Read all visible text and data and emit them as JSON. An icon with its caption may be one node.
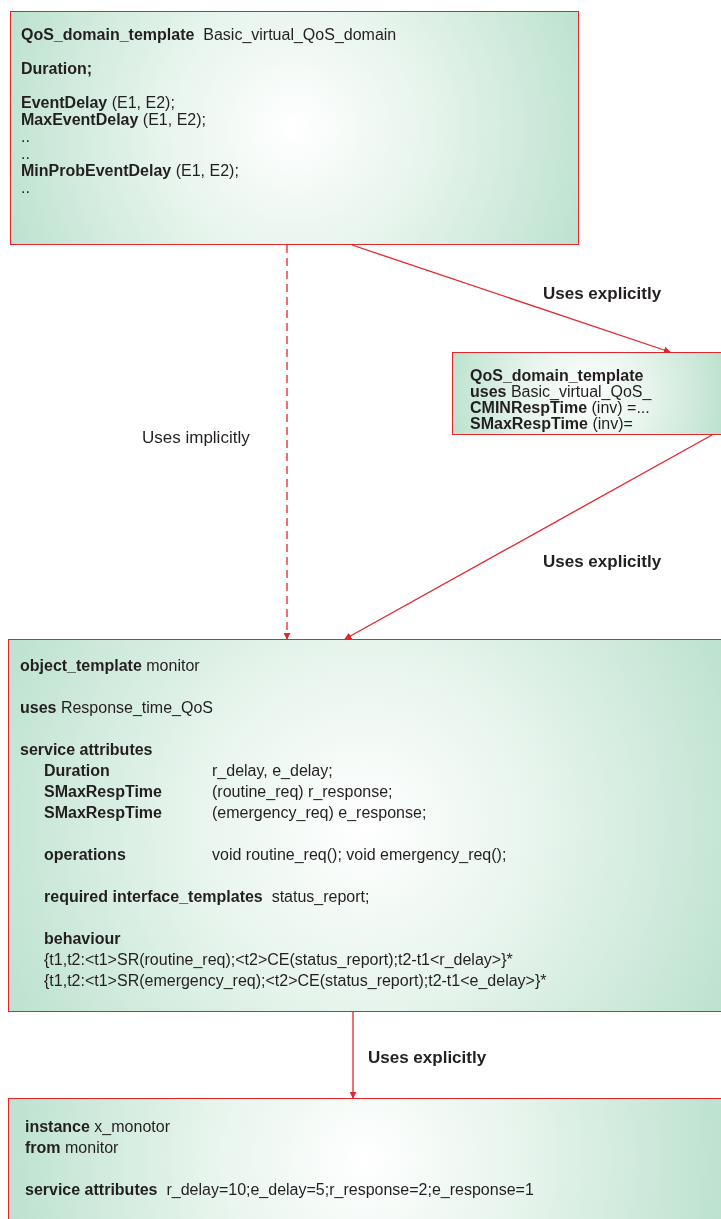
{
  "diagram": {
    "nodes": [
      {
        "text": [
          "**QoS_domain_template**  Basic_virtual_QoS_domain",
          "Duration;",
          "**EventDelay** (E1, E2);",
          "**MaxEventDelay** (E1, E2);",
          "..",
          "..",
          "**MinProbEventDelay** (E1, E2);",
          ".."
        ]
      },
      {
        "text": [
          "**QoS_domain_template**",
          "**uses** Basic_virtual_QoS_",
          "**CMINRespTime** (inv) =...",
          "**SMaxRespTime** (inv)="
        ]
      },
      {
        "text": [
          "**object_template** monitor",
          "**uses** Response_time_QoS",
          "service attributes",
          "**Duration** r_delay, e_delay;",
          "**SMaxRespTime** (routine_req) r_response;",
          "**SMaxRespTime** (emergency_req) e_response;",
          "**operations** void routine_req(); void emergency_req();",
          "**required interface_templates**  status_report;",
          "behaviour",
          "{t1,t2:<t1>SR(routine_req);<t2>CE(status_report);t2-t1<r_delay>}*",
          "{t1,t2:<t1>SR(emergency_req);<t2>CE(status_report);t2-t1<e_delay>}*"
        ]
      },
      {
        "text": [
          "**instance** x_monotor",
          "**from** monitor",
          "**service attributes**  r_delay=10;e_delay=5;r_response=2;e_response=1"
        ]
      }
    ],
    "edges": [
      {
        "from": 0,
        "to": 1,
        "arrow": "to",
        "label": "Uses explicitly"
      },
      {
        "from": 0,
        "to": 2,
        "arrow": "to",
        "label": "Uses implicitly",
        "style": "dashed"
      },
      {
        "from": 1,
        "to": 2,
        "arrow": "to",
        "label": "Uses explicitly"
      },
      {
        "from": 2,
        "to": 3,
        "arrow": "to",
        "label": "Uses explicitly"
      }
    ]
  }
}
